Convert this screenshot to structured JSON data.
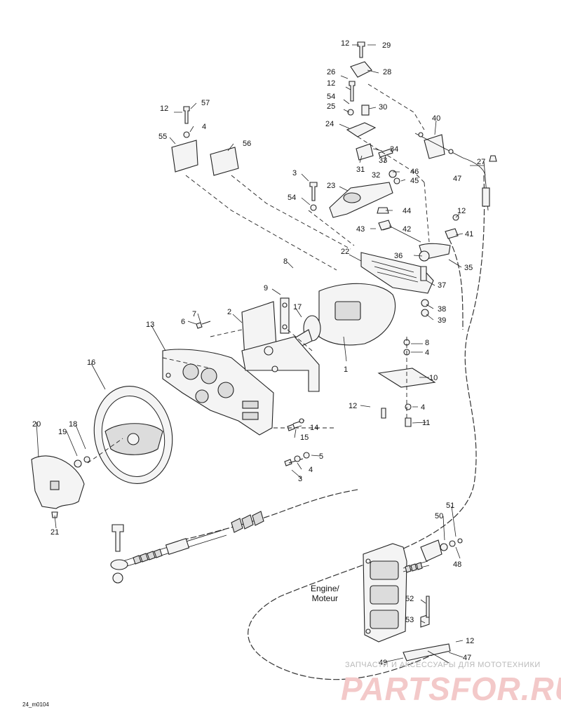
{
  "engine_label": {
    "line1": "Engine/",
    "line2": "Moteur"
  },
  "drawing_code": "24_m0104",
  "watermark": {
    "line1": "ЗАПЧАСТИ И АКСЕССУАРЫ ДЛЯ МОТОТЕХНИКИ",
    "logo": "PARTSFOR.RU"
  },
  "callouts": {
    "c1": "1",
    "c2": "2",
    "c3a": "3",
    "c3b": "3",
    "c4a": "4",
    "c4b": "4",
    "c4c": "4",
    "c4d": "4",
    "c5": "5",
    "c6": "6",
    "c7": "7",
    "c8a": "8",
    "c8b": "8",
    "c9": "9",
    "c10": "10",
    "c11": "11",
    "c12a": "12",
    "c12b": "12",
    "c12c": "12",
    "c12d": "12",
    "c12e": "12",
    "c12f": "12",
    "c13": "13",
    "c14": "14",
    "c15": "15",
    "c16": "16",
    "c17": "17",
    "c18": "18",
    "c19": "19",
    "c20": "20",
    "c21": "21",
    "c22": "22",
    "c23": "23",
    "c24": "24",
    "c25": "25",
    "c26": "26",
    "c27": "27",
    "c28": "28",
    "c29": "29",
    "c30": "30",
    "c31": "31",
    "c32": "32",
    "c33": "33",
    "c34": "34",
    "c35": "35",
    "c36": "36",
    "c37": "37",
    "c38": "38",
    "c39": "39",
    "c40": "40",
    "c41": "41",
    "c42": "42",
    "c43": "43",
    "c44": "44",
    "c45": "45",
    "c46": "46",
    "c47a": "47",
    "c47b": "47",
    "c48": "48",
    "c49": "49",
    "c50": "50",
    "c51": "51",
    "c52": "52",
    "c53": "53",
    "c54a": "54",
    "c54b": "54",
    "c55": "55",
    "c56": "56",
    "c57": "57"
  }
}
